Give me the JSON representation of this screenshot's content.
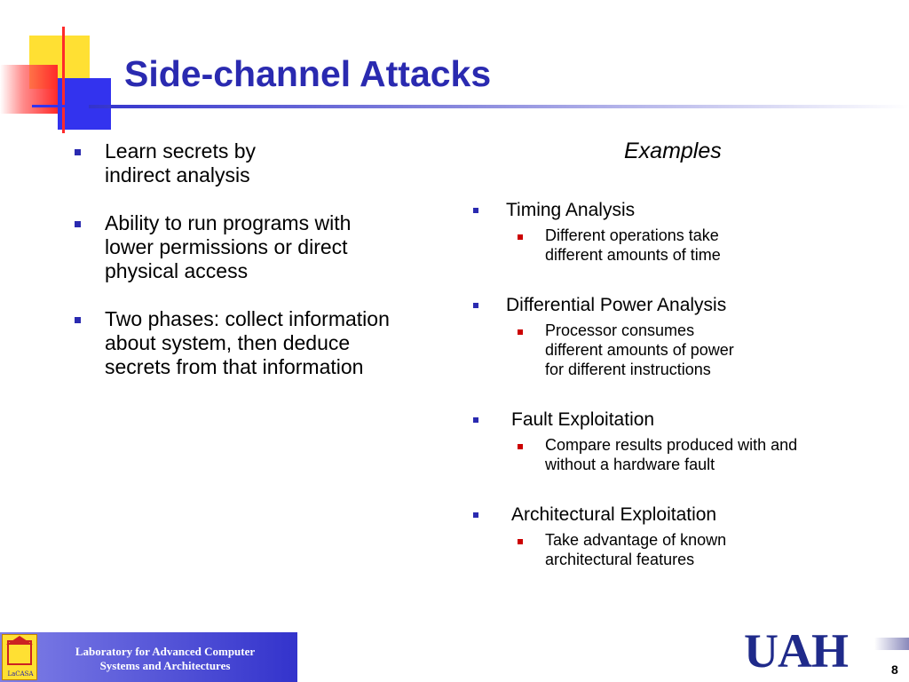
{
  "slide": {
    "title": "Side-channel Attacks",
    "left_bullets": [
      "Learn secrets by\nindirect analysis",
      "Ability to run programs with\nlower permissions or direct\nphysical access",
      "Two phases: collect information\nabout system, then deduce\nsecrets from that information"
    ],
    "examples_heading": "Examples",
    "examples": [
      {
        "label": "Timing Analysis",
        "detail": "Different operations take\ndifferent amounts of time"
      },
      {
        "label": "Differential Power Analysis",
        "detail": "Processor consumes\ndifferent amounts of power\nfor different instructions"
      },
      {
        "label": "Fault Exploitation",
        "detail": "Compare results produced with and\nwithout a hardware fault"
      },
      {
        "label": "Architectural Exploitation",
        "detail": "Take advantage of known\narchitectural features"
      }
    ]
  },
  "footer": {
    "lab_name_line1": "Laboratory for Advanced Computer",
    "lab_name_line2": "Systems and Architectures",
    "logo_text": "LaCASA",
    "university_logo": "UAH",
    "page_number": "8"
  },
  "colors": {
    "title": "#2a2ab0",
    "bullet_main": "#2a2ab0",
    "bullet_sub": "#cc0000",
    "accent_yellow": "#ffe033",
    "accent_red": "#ff2a2a",
    "accent_blue": "#3333ee"
  }
}
